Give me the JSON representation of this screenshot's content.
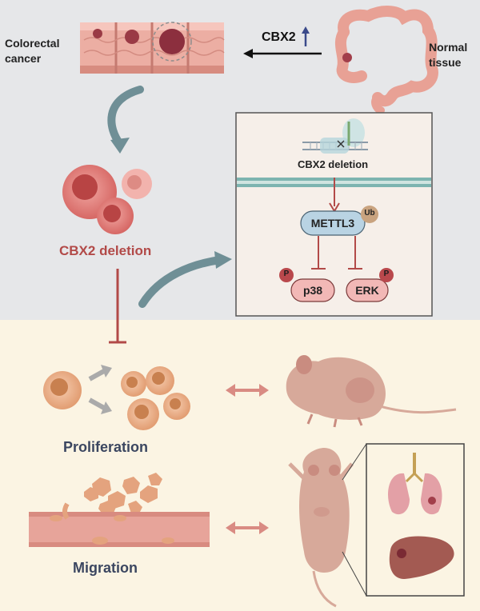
{
  "labels": {
    "colorectal_cancer": "Colorectal\ncancer",
    "cbx2_up": "CBX2",
    "normal_tissue": "Normal\ntissue",
    "cbx2_deletion_inset": "CBX2 deletion",
    "cbx2_deletion_main": "CBX2 deletion",
    "mettl3": "METTL3",
    "ub": "Ub",
    "p38": "p38",
    "erk": "ERK",
    "phospho_p38": "P",
    "phospho_erk": "P",
    "proliferation": "Proliferation",
    "migration": "Migration"
  },
  "colors": {
    "top_background": "#e6e7e9",
    "bottom_background": "#fbf4e3",
    "inhibition_red": "#b24a48",
    "teal_arrow": "#6f8f96",
    "cancer_cell": "#d9716e",
    "proliferating_cell": "#e4a37e",
    "mettl3_fill": "#b9d3e3",
    "p_badge": "#b9484c",
    "ub_badge": "#c9a37f",
    "kinase_fill": "#f2b8b6",
    "mouse_skin": "#d7a99a"
  },
  "icons": {
    "colon": "colon-icon",
    "tumor_in_colon": "tumor-segment-icon",
    "dna_crispr": "dna-scissors-icon",
    "membrane": "cell-membrane-icon",
    "mouse": "nude-mouse-icon",
    "lung": "lung-icon",
    "liver": "liver-icon",
    "blood_vessel": "blood-vessel-icon"
  }
}
